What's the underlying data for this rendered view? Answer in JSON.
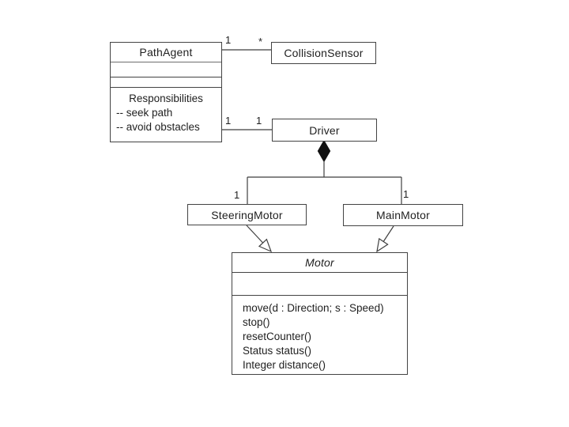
{
  "diagram": {
    "kind": "uml-class-diagram",
    "classes": {
      "path_agent": {
        "name": "PathAgent",
        "responsibilities_title": "Responsibilities",
        "responsibilities": [
          "-- seek path",
          "-- avoid obstacles"
        ]
      },
      "collision_sensor": {
        "name": "CollisionSensor"
      },
      "driver": {
        "name": "Driver"
      },
      "steering_motor": {
        "name": "SteeringMotor"
      },
      "main_motor": {
        "name": "MainMotor"
      },
      "motor": {
        "name": "Motor",
        "abstract": true,
        "operations": [
          "move(d : Direction; s : Speed)",
          "stop()",
          "resetCounter()",
          "Status status()",
          "Integer distance()"
        ]
      }
    },
    "relationships": {
      "pathagent_collisionsensor": {
        "type": "association",
        "from_multiplicity": "1",
        "to_multiplicity": "*"
      },
      "pathagent_driver": {
        "type": "association",
        "from_multiplicity": "1",
        "to_multiplicity": "1"
      },
      "driver_steeringmotor": {
        "type": "composition",
        "multiplicity": "1"
      },
      "driver_mainmotor": {
        "type": "composition",
        "multiplicity": "1"
      },
      "steeringmotor_motor": {
        "type": "generalization"
      },
      "mainmotor_motor": {
        "type": "generalization"
      }
    },
    "colors": {
      "background": "#ffffff",
      "line": "#3f3f3f",
      "box_fill": "#ffffff",
      "text": "#1f1f1f"
    }
  }
}
